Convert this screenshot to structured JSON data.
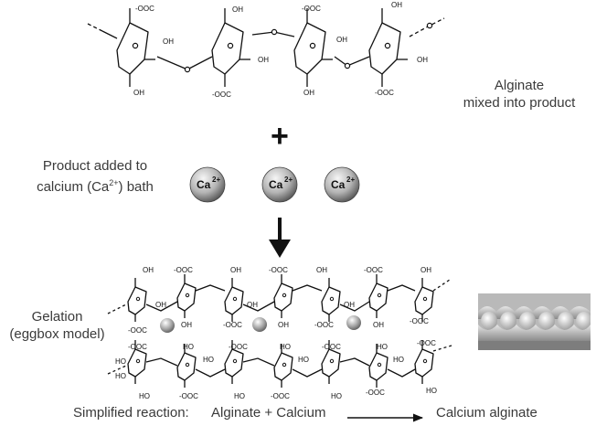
{
  "labels": {
    "alginate_line1": "Alginate",
    "alginate_line2": "mixed into product",
    "product_line1": "Product added to",
    "product_line2a": "calcium (Ca",
    "product_line2sup": "2+",
    "product_line2b": ") bath",
    "gelation_line1": "Gelation",
    "gelation_line2": "(eggbox model)",
    "reaction_prefix": "Simplified reaction:",
    "reaction_left": "Alginate + Calcium",
    "reaction_right": "Calcium alginate"
  },
  "symbols": {
    "plus": "+",
    "ion": "Ca",
    "ion_charge": "2+"
  },
  "chain_groups": {
    "coo": "-OOC",
    "oh": "OH",
    "ho": "HO"
  },
  "colors": {
    "ion_sphere_light": "#f4f4f4",
    "ion_sphere_dark": "#555555",
    "text": "#3a3a3a",
    "line": "#111111"
  }
}
